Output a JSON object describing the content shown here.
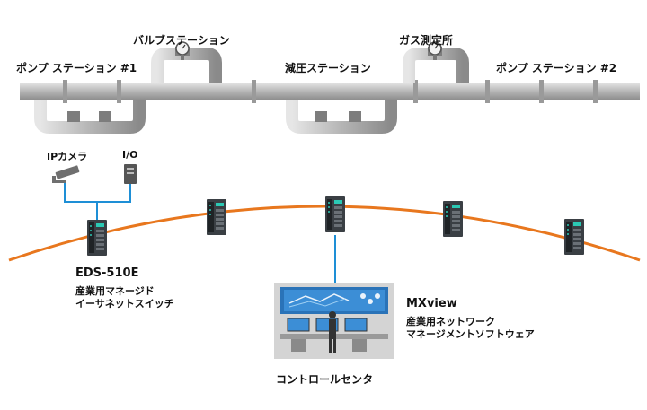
{
  "stations": {
    "pump1": "ポンプ ステーション #1",
    "valve": "バルブステーション",
    "pressure": "減圧ステーション",
    "gas": "ガス測定所",
    "pump2": "ポンプ ステーション #2"
  },
  "devices": {
    "camera": "IPカメラ",
    "io": "I/O",
    "switch_model": "EDS-510E",
    "switch_desc_1": "産業用マネージド",
    "switch_desc_2": "イーサネットスイッチ"
  },
  "software": {
    "name": "MXview",
    "desc_1": "産業用ネットワーク",
    "desc_2": "マネージメントソフトウェア"
  },
  "control_center": "コントロールセンタ",
  "colors": {
    "ring": "#E8771E",
    "link": "#1E8FD6",
    "pipe_light": "#C9C9C9",
    "pipe_dark": "#8E8E8E",
    "switch_body": "#3A3F44",
    "switch_led": "#2BC9B4"
  }
}
